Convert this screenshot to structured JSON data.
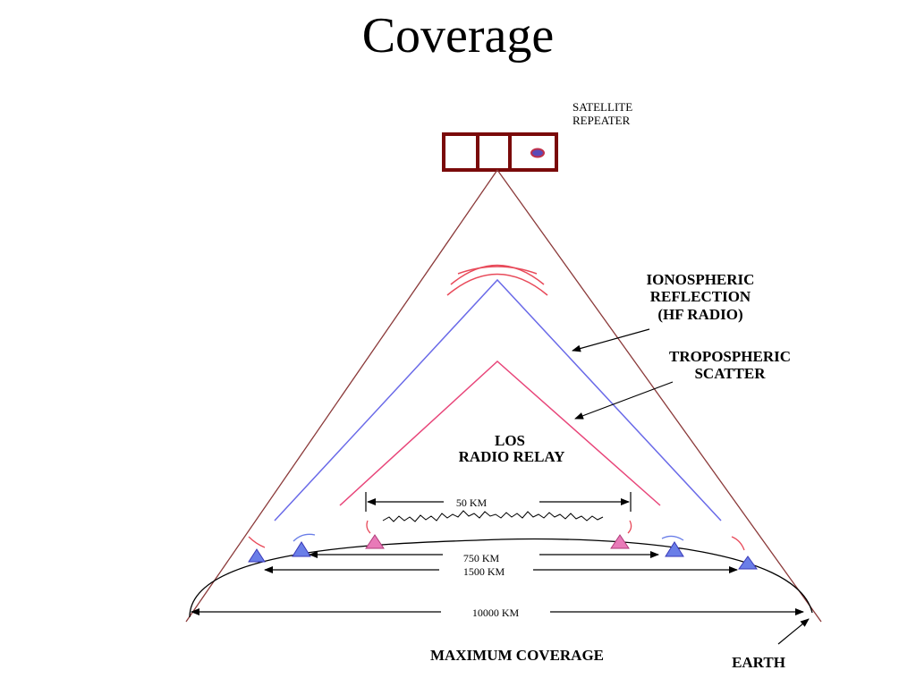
{
  "title": "Coverage",
  "labels": {
    "satellite_line1": "SATELLITE",
    "satellite_line2": "REPEATER",
    "iono_line1": "IONOSPHERIC",
    "iono_line2": "REFLECTION",
    "iono_line3": "(HF RADIO)",
    "tropo_line1": "TROPOSPHERIC",
    "tropo_line2": "SCATTER",
    "los_line1": "LOS",
    "los_line2": "RADIO RELAY",
    "dist_50": "50 KM",
    "dist_750": "750 KM",
    "dist_1500": "1500 KM",
    "dist_10000": "10000 KM",
    "max_coverage": "MAXIMUM COVERAGE",
    "earth": "EARTH"
  },
  "colors": {
    "satellite": "#7a0a0a",
    "satellite_lines": "#8b3a3a",
    "ionospheric": "#6a6ae8",
    "tropospheric": "#e8467a",
    "waves": "#e84a5a",
    "station_blue": "#6a7ee8",
    "station_pink": "#e87ab8"
  }
}
